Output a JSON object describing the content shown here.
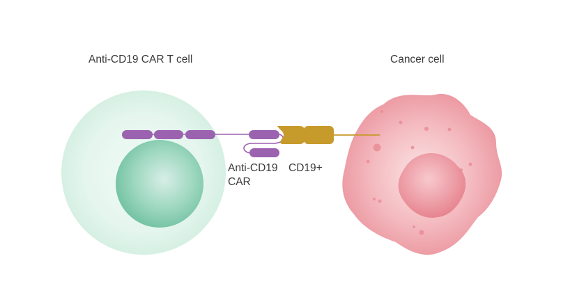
{
  "labels": {
    "t_cell": "Anti-CD19 CAR T cell",
    "cancer_cell": "Cancer cell",
    "car_line1": "Anti-CD19",
    "car_line2": "CAR",
    "cd19": "CD19+"
  },
  "colors": {
    "t_cell_outer": "#e2f4ec",
    "t_cell_nucleus": "#8fd2b6",
    "car_receptor": "#9b62b0",
    "cd19_antigen": "#c79a2c",
    "cancer_cell": "#ef9ea6",
    "cancer_nucleus": "#e6838f",
    "label_text": "#3a3a3a"
  }
}
